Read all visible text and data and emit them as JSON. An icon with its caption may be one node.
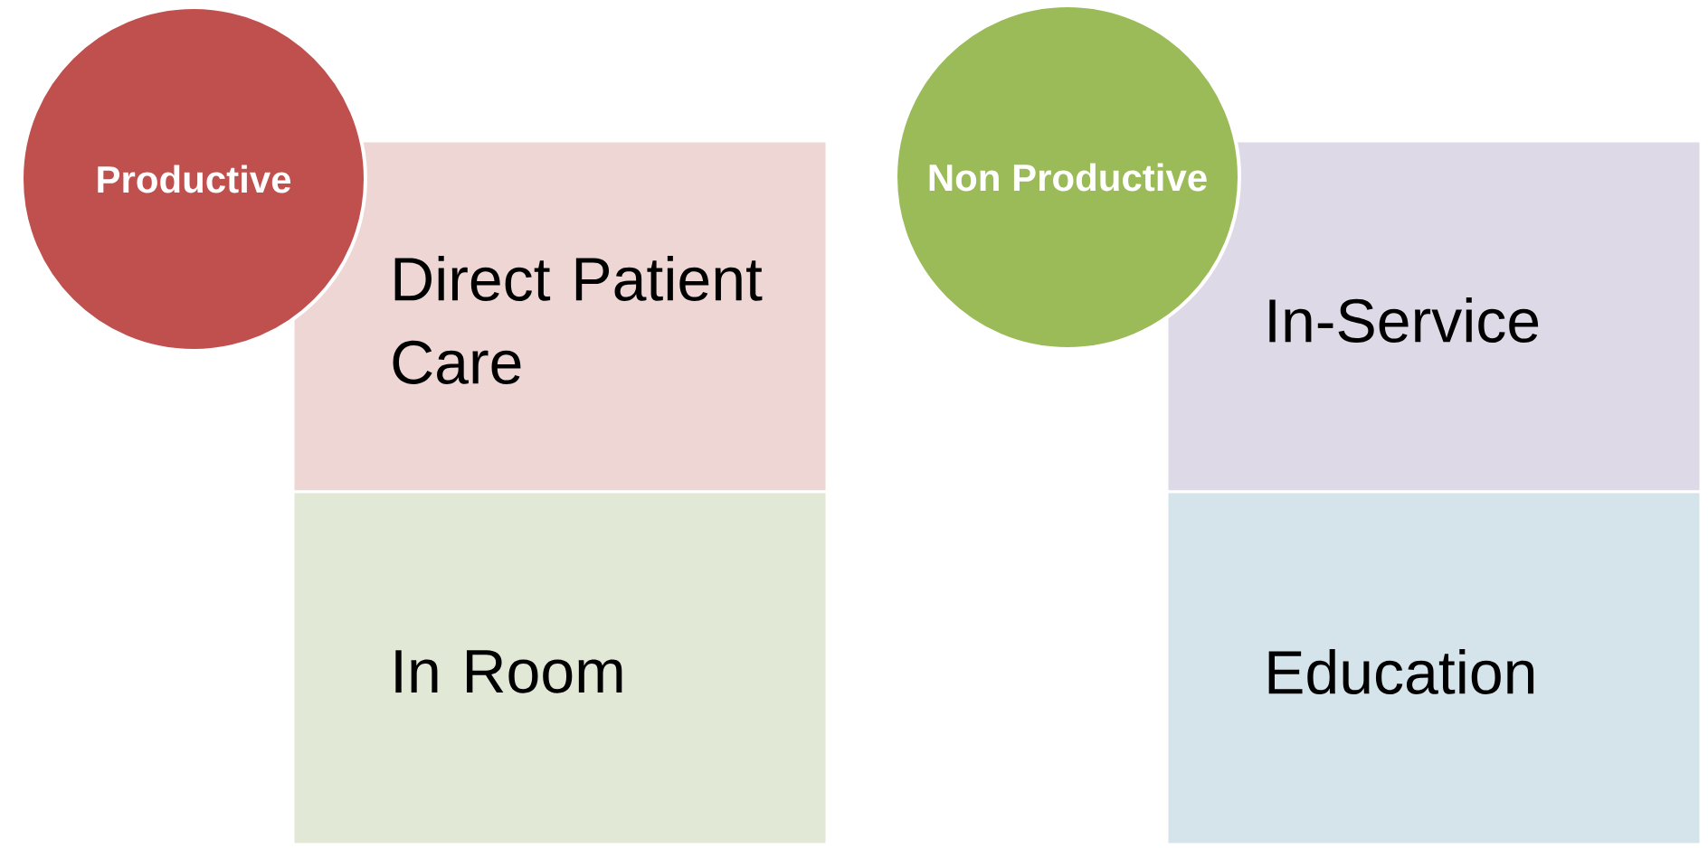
{
  "diagram": {
    "nodes": [
      {
        "text": [
          "Productive"
        ]
      },
      {
        "text": [
          "Direct Patient Care"
        ]
      },
      {
        "text": [
          "In Room"
        ]
      },
      {
        "text": [
          "Non Productive"
        ]
      },
      {
        "text": [
          "In-Service"
        ]
      },
      {
        "text": [
          "Education"
        ]
      }
    ]
  }
}
